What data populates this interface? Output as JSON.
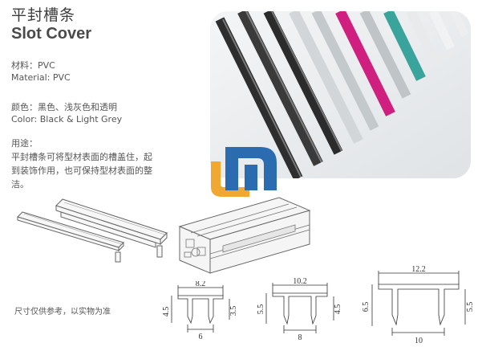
{
  "header": {
    "title_cn": "平封槽条",
    "title_en": "Slot Cover"
  },
  "specs": {
    "material_cn": "材料：PVC",
    "material_en": "Material: PVC",
    "color_cn": "颜色：黑色、浅灰色和透明",
    "color_en": "Color: Black & Light Grey",
    "usage_title": "用途：",
    "usage_line1": "平封槽条可将型材表面的槽盖住，起",
    "usage_line2": "到装饰作用，也可保持型材表面的整",
    "usage_line3": "洁。"
  },
  "note": "尺寸仅供参考，以实物为准",
  "drawings": [
    {
      "top_width": "8.2",
      "left_height": "4.5",
      "right_height": "3.5",
      "bottom_width": "6"
    },
    {
      "top_width": "10.2",
      "left_height": "5.5",
      "right_height": "4.5",
      "bottom_width": "8"
    },
    {
      "top_width": "12.2",
      "left_height": "6.5",
      "right_height": "5.5",
      "bottom_width": "10"
    }
  ],
  "colors": {
    "strip_black": "#2e2e2e",
    "strip_grey": "#c8cccf",
    "strip_magenta": "#d0207f",
    "strip_teal": "#3aa39b",
    "logo_blue": "#2b6cb0",
    "logo_orange": "#f0a830"
  }
}
